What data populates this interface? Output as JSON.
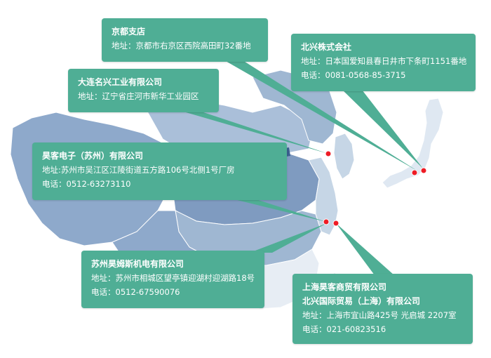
{
  "map": {
    "colors": {
      "card": "#4fae95",
      "land_base": "#9fb7d2",
      "land_dark": "#7f9bc0",
      "land_light": "#c6d6e6",
      "land_pale": "#e7edf4",
      "land_white": "#f4f6f9",
      "marker": "#ee1c25"
    }
  },
  "locations": [
    {
      "id": "kyoto",
      "title": "京都支店",
      "lines": [
        "地址：京都市右京区西院高田町32番地"
      ]
    },
    {
      "id": "hokko",
      "title": "北兴株式会社",
      "lines": [
        "地址：日本国爱知县春日井市下条町1151番地",
        "电话：0081-0568-85-3715"
      ]
    },
    {
      "id": "dalian",
      "title": "大连名兴工业有限公司",
      "lines": [
        "地址：辽宁省庄河市新华工业园区"
      ]
    },
    {
      "id": "haoke",
      "title": "昊客电子（苏州）有限公司",
      "lines": [
        "地址:苏州市吴江区江陵街道五方路106号北侧1号厂房",
        "电话：0512-63273110"
      ]
    },
    {
      "id": "haomus",
      "title": "苏州昊姆斯机电有限公司",
      "lines": [
        "地址：苏州市相城区望亭镇迎湖村迎湖路18号",
        "电话：0512-67590076"
      ]
    },
    {
      "id": "shanghai",
      "title": "上海昊客商贸有限公司",
      "title2": "北兴国际贸易（上海）有限公司",
      "lines": [
        "地址：上海市宜山路425号 光启城 2207室",
        "电话：021-60823516"
      ]
    }
  ]
}
